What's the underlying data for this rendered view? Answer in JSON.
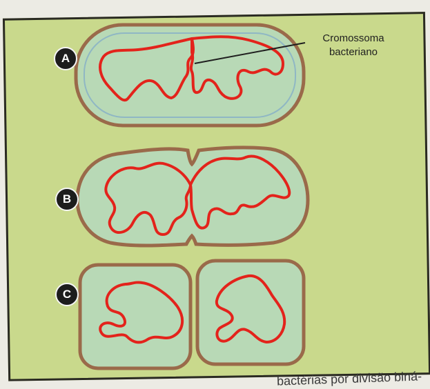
{
  "figure": {
    "labels": {
      "a": "A",
      "b": "B",
      "c": "C"
    },
    "annotation": {
      "line1": "Cromossoma",
      "line2": "bacteriano"
    },
    "caption_fragment": "bactérias por divisão biná-"
  },
  "colors": {
    "panel": "#c9d98c",
    "membrane": "#9a6a4a",
    "cytoplasm": "#b8d9b6",
    "chromosome": "#e3231b",
    "badge": "#1d1d1d"
  }
}
